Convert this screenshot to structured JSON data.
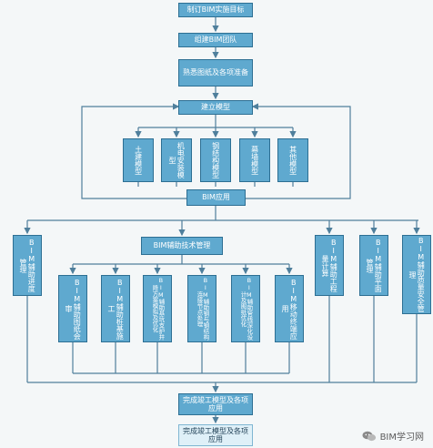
{
  "nodes": {
    "n1": "制订BIM实施目标",
    "n2": "组建BIM团队",
    "n3": "熟悉图纸及各项准备",
    "n4": "建立模型",
    "m1": "土建模型",
    "m2": "机电安装模型",
    "m3": "钢结构模型",
    "m4": "幕墙模型",
    "m5": "其他模型",
    "n5": "BIM应用",
    "left1": "BIM辅助进度管理",
    "n6": "BIM辅助技术管理",
    "t1": "BIM辅助图纸会审",
    "t2": "BIM辅助桩基施工",
    "t3": "BIM辅助基坑支护井降方案模拟及优化",
    "t4": "BIM辅助钢与钢结构连接节点处理",
    "t5": "BIM辅助管线深化设计及图纸优化",
    "t6": "BIM移动终端应用",
    "r1": "BIM辅助工程量计算",
    "r2": "BIM辅助平面管理",
    "r3": "BIM辅助质量安全管理",
    "n7": "完成竣工模型及各项应用",
    "n8": "完成竣工模型及各项应用"
  },
  "watermark": {
    "text": "BIM学习网",
    "icon": "wechat-icon"
  },
  "colors": {
    "box_fill": "#5fa9cf",
    "box_border": "#2d6f93",
    "line": "#4f7f9c"
  }
}
